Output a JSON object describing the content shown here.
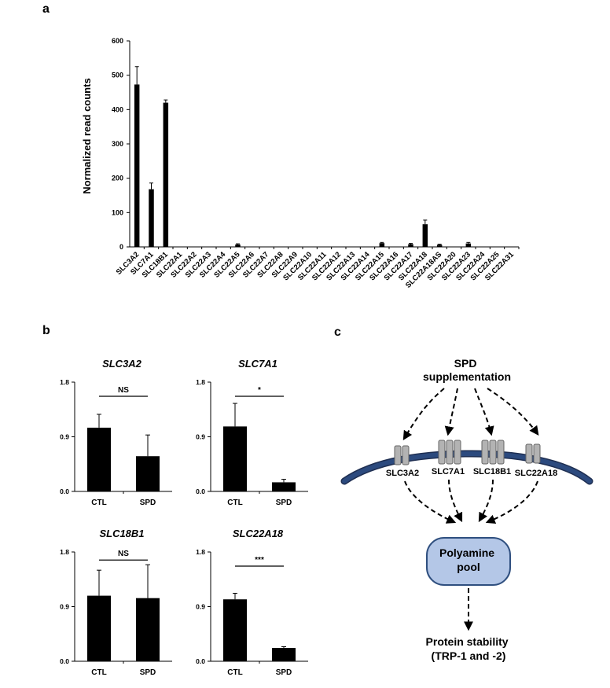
{
  "panel_labels": {
    "a": "a",
    "b": "b",
    "c": "c"
  },
  "chart_data": [
    {
      "type": "bar",
      "panel": "a",
      "title": "",
      "xlabel": "",
      "ylabel": "Normalized read counts",
      "ylim": [
        0,
        600
      ],
      "yticks": [
        0,
        100,
        200,
        300,
        400,
        500,
        600
      ],
      "categories": [
        "SLC3A2",
        "SLC7A1",
        "SLC18B1",
        "SLC22A1",
        "SLC22A2",
        "SLC22A3",
        "SLC22A4",
        "SLC22A5",
        "SLC22A6",
        "SLC22A7",
        "SLC22A8",
        "SLC22A9",
        "SLC22A10",
        "SLC22A11",
        "SLC22A12",
        "SLC22A13",
        "SLC22A14",
        "SLC22A15",
        "SLC22A16",
        "SLC22A17",
        "SLC22A18",
        "SLC22A18AS",
        "SLC22A20",
        "SLC22A23",
        "SLC22A24",
        "SLC22A25",
        "SLC22A31"
      ],
      "values": [
        473,
        168,
        420,
        0,
        0,
        0,
        0,
        7,
        0,
        0,
        0,
        0,
        0,
        0,
        0,
        0,
        0,
        11,
        0,
        8,
        66,
        6,
        0,
        10,
        0,
        0,
        0
      ],
      "errors": [
        52,
        18,
        8,
        0,
        0,
        0,
        0,
        2,
        0,
        0,
        0,
        0,
        0,
        0,
        0,
        0,
        0,
        2,
        0,
        2,
        12,
        2,
        0,
        3,
        0,
        0,
        0
      ]
    },
    {
      "type": "bar",
      "panel": "b",
      "title": "SLC3A2",
      "categories": [
        "CTL",
        "SPD"
      ],
      "values": [
        1.05,
        0.58
      ],
      "errors": [
        0.22,
        0.35
      ],
      "ylim": [
        0,
        1.8
      ],
      "yticks": [
        "0.0",
        "0.9",
        "1.8"
      ],
      "significance": "NS"
    },
    {
      "type": "bar",
      "panel": "b",
      "title": "SLC7A1",
      "categories": [
        "CTL",
        "SPD"
      ],
      "values": [
        1.07,
        0.15
      ],
      "errors": [
        0.38,
        0.05
      ],
      "ylim": [
        0,
        1.8
      ],
      "yticks": [
        "0.0",
        "0.9",
        "1.8"
      ],
      "significance": "*"
    },
    {
      "type": "bar",
      "panel": "b",
      "title": "SLC18B1",
      "categories": [
        "CTL",
        "SPD"
      ],
      "values": [
        1.08,
        1.04
      ],
      "errors": [
        0.42,
        0.55
      ],
      "ylim": [
        0,
        1.8
      ],
      "yticks": [
        "0.0",
        "0.9",
        "1.8"
      ],
      "significance": "NS"
    },
    {
      "type": "bar",
      "panel": "b",
      "title": "SLC22A18",
      "categories": [
        "CTL",
        "SPD"
      ],
      "values": [
        1.02,
        0.22
      ],
      "errors": [
        0.1,
        0.02
      ],
      "ylim": [
        0,
        1.8
      ],
      "yticks": [
        "0.0",
        "0.9",
        "1.8"
      ],
      "significance": "***"
    }
  ],
  "diagram": {
    "source_label": "SPD\nsupplementation",
    "transporters": [
      "SLC3A2",
      "SLC7A1",
      "SLC18B1",
      "SLC22A18"
    ],
    "pool_label": "Polyamine\npool",
    "outcome_label": "Protein stability\n(TRP-1 and -2)",
    "colors": {
      "membrane": "#2c4a7e",
      "pool_fill": "#b4c7e7",
      "pool_stroke": "#2f4f7f",
      "transporter": "#b3b3b3"
    }
  }
}
